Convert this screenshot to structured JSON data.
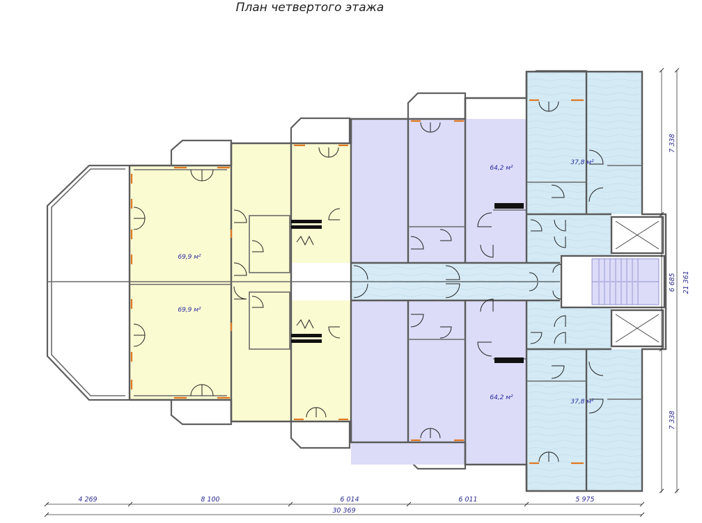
{
  "drawing": {
    "title": "План четвертого этажа",
    "colors": {
      "yellow_apartment": "#fbfbd2",
      "lavender_apartment": "#dcdcf8",
      "blue_apartment": "#d4eaf4",
      "corridor": "#d6ebf5",
      "wall": "#5a5a5a",
      "window": "#e07820"
    }
  },
  "rooms": [
    {
      "label": "69,9 м²"
    },
    {
      "label": "69,9 м²"
    },
    {
      "label": "64,2 м²"
    },
    {
      "label": "64,2 м²"
    },
    {
      "label": "37,8 м²"
    },
    {
      "label": "37,8 м²"
    }
  ],
  "dimensions": {
    "bottom": [
      "4 269",
      "8 100",
      "6 014",
      "6 011",
      "5 975"
    ],
    "total": "30 369",
    "right": [
      "7 338",
      "6 685",
      "7 338"
    ],
    "right_total": "21 361"
  }
}
